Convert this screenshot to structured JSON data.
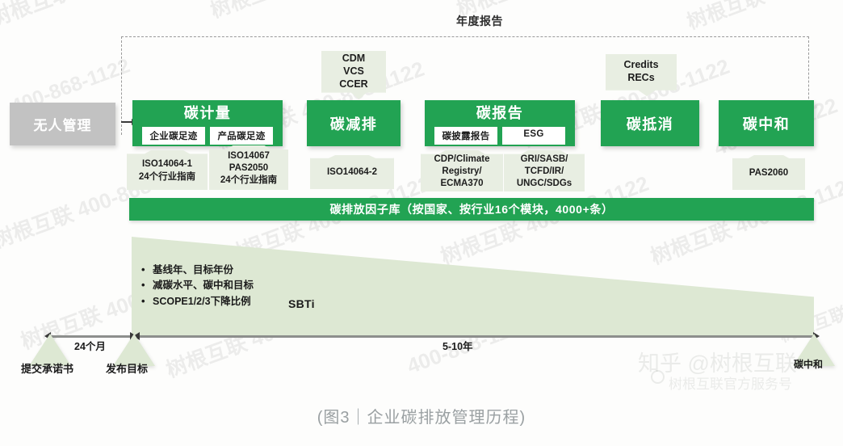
{
  "figure": {
    "caption": "(图3｜企业碳排放管理历程)",
    "annual_report_label": "年度报告"
  },
  "start_state": {
    "label": "无人管理"
  },
  "pillars": [
    {
      "title": "碳计量",
      "chips": [
        "企业碳足迹",
        "产品碳足迹"
      ]
    },
    {
      "title": "碳减排",
      "chips": []
    },
    {
      "title": "碳报告",
      "chips": [
        "碳披露报告",
        "ESG"
      ]
    },
    {
      "title": "碳抵消",
      "chips": []
    },
    {
      "title": "碳中和",
      "chips": []
    }
  ],
  "callouts": [
    {
      "text": "CDM\nVCS\nCCER"
    },
    {
      "text": "Credits\nRECs"
    }
  ],
  "standards": [
    {
      "text": "ISO14064-1\n24个行业指南"
    },
    {
      "text": "ISO14067\nPAS2050\n24个行业指南"
    },
    {
      "text": "ISO14064-2"
    },
    {
      "text": "CDP/Climate\nRegistry/\nECMA370"
    },
    {
      "text": "GRI/SASB/\nTCFD/IR/\nUNGC/SDGs"
    },
    {
      "text": "PAS2060"
    }
  ],
  "factor_library": {
    "label": "碳排放因子库（按国家、按行业16个模块，4000+条）"
  },
  "sbti": {
    "label": "SBTi",
    "bullets": [
      "基线年、目标年份",
      "减碳水平、碳中和目标",
      "SCOPE1/2/3下降比例"
    ]
  },
  "timeline": {
    "milestones": [
      {
        "label": "提交承诺书"
      },
      {
        "label": "发布目标"
      },
      {
        "label": "碳中和"
      }
    ],
    "spans": [
      {
        "label": "24个月"
      },
      {
        "label": "5-10年"
      }
    ]
  },
  "watermarks": {
    "brand_phone": "树根互联 400-868-1122",
    "phone_only": "400-868-1122",
    "brand_only": "树根互联",
    "zhihu_handle": "知乎 @树根互联",
    "zhihu_sub": "树根互联官方服务号"
  },
  "colors": {
    "green": "#22A353",
    "pale_green": "#e8eee2",
    "wedge_green": "#dde8d3",
    "grey_box": "#c2c2c2",
    "caption_grey": "#9aa0a2"
  }
}
